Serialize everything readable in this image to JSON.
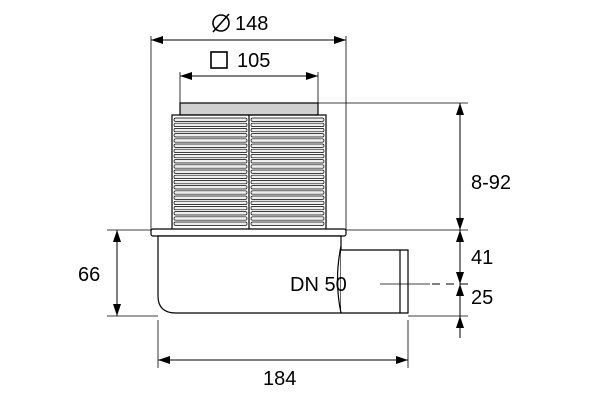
{
  "dimensions": {
    "diameter": {
      "symbol": "⌀",
      "value": "148"
    },
    "square": {
      "value": "105"
    },
    "height_adjust": {
      "value": "8-92"
    },
    "left_height": {
      "value": "66"
    },
    "outlet_top": {
      "value": "41"
    },
    "outlet_center": {
      "value": "25"
    },
    "overall_width": {
      "value": "184"
    }
  },
  "outlet_label": {
    "text": "DN 50"
  },
  "colors": {
    "line": "#000000",
    "cap_fill": "#d0d0d0",
    "rib_fill": "#eeeeee",
    "background": "#ffffff"
  }
}
